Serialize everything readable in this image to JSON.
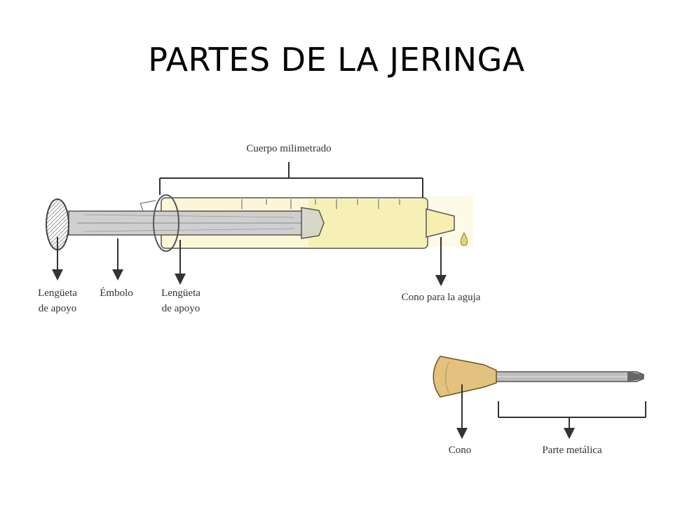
{
  "title": "PARTES DE LA JERINGA",
  "labels": {
    "cuerpo": "Cuerpo milimetrado",
    "lengueta1_line1": "Lengüeta",
    "lengueta1_line2": "de apoyo",
    "embolo": "Émbolo",
    "lengueta2_line1": "Lengüeta",
    "lengueta2_line2": "de apoyo",
    "cono_aguja": "Cono para la aguja",
    "cono": "Cono",
    "parte_metalica": "Parte metálica"
  },
  "colors": {
    "ink": "#333333",
    "barrel_fill": "#fbf7d6",
    "barrel_fluid": "#f6efb0",
    "hub_fill": "#e2c27e",
    "plunger_fill": "#cfcfcf",
    "needle_fill": "#bdbdbd"
  }
}
